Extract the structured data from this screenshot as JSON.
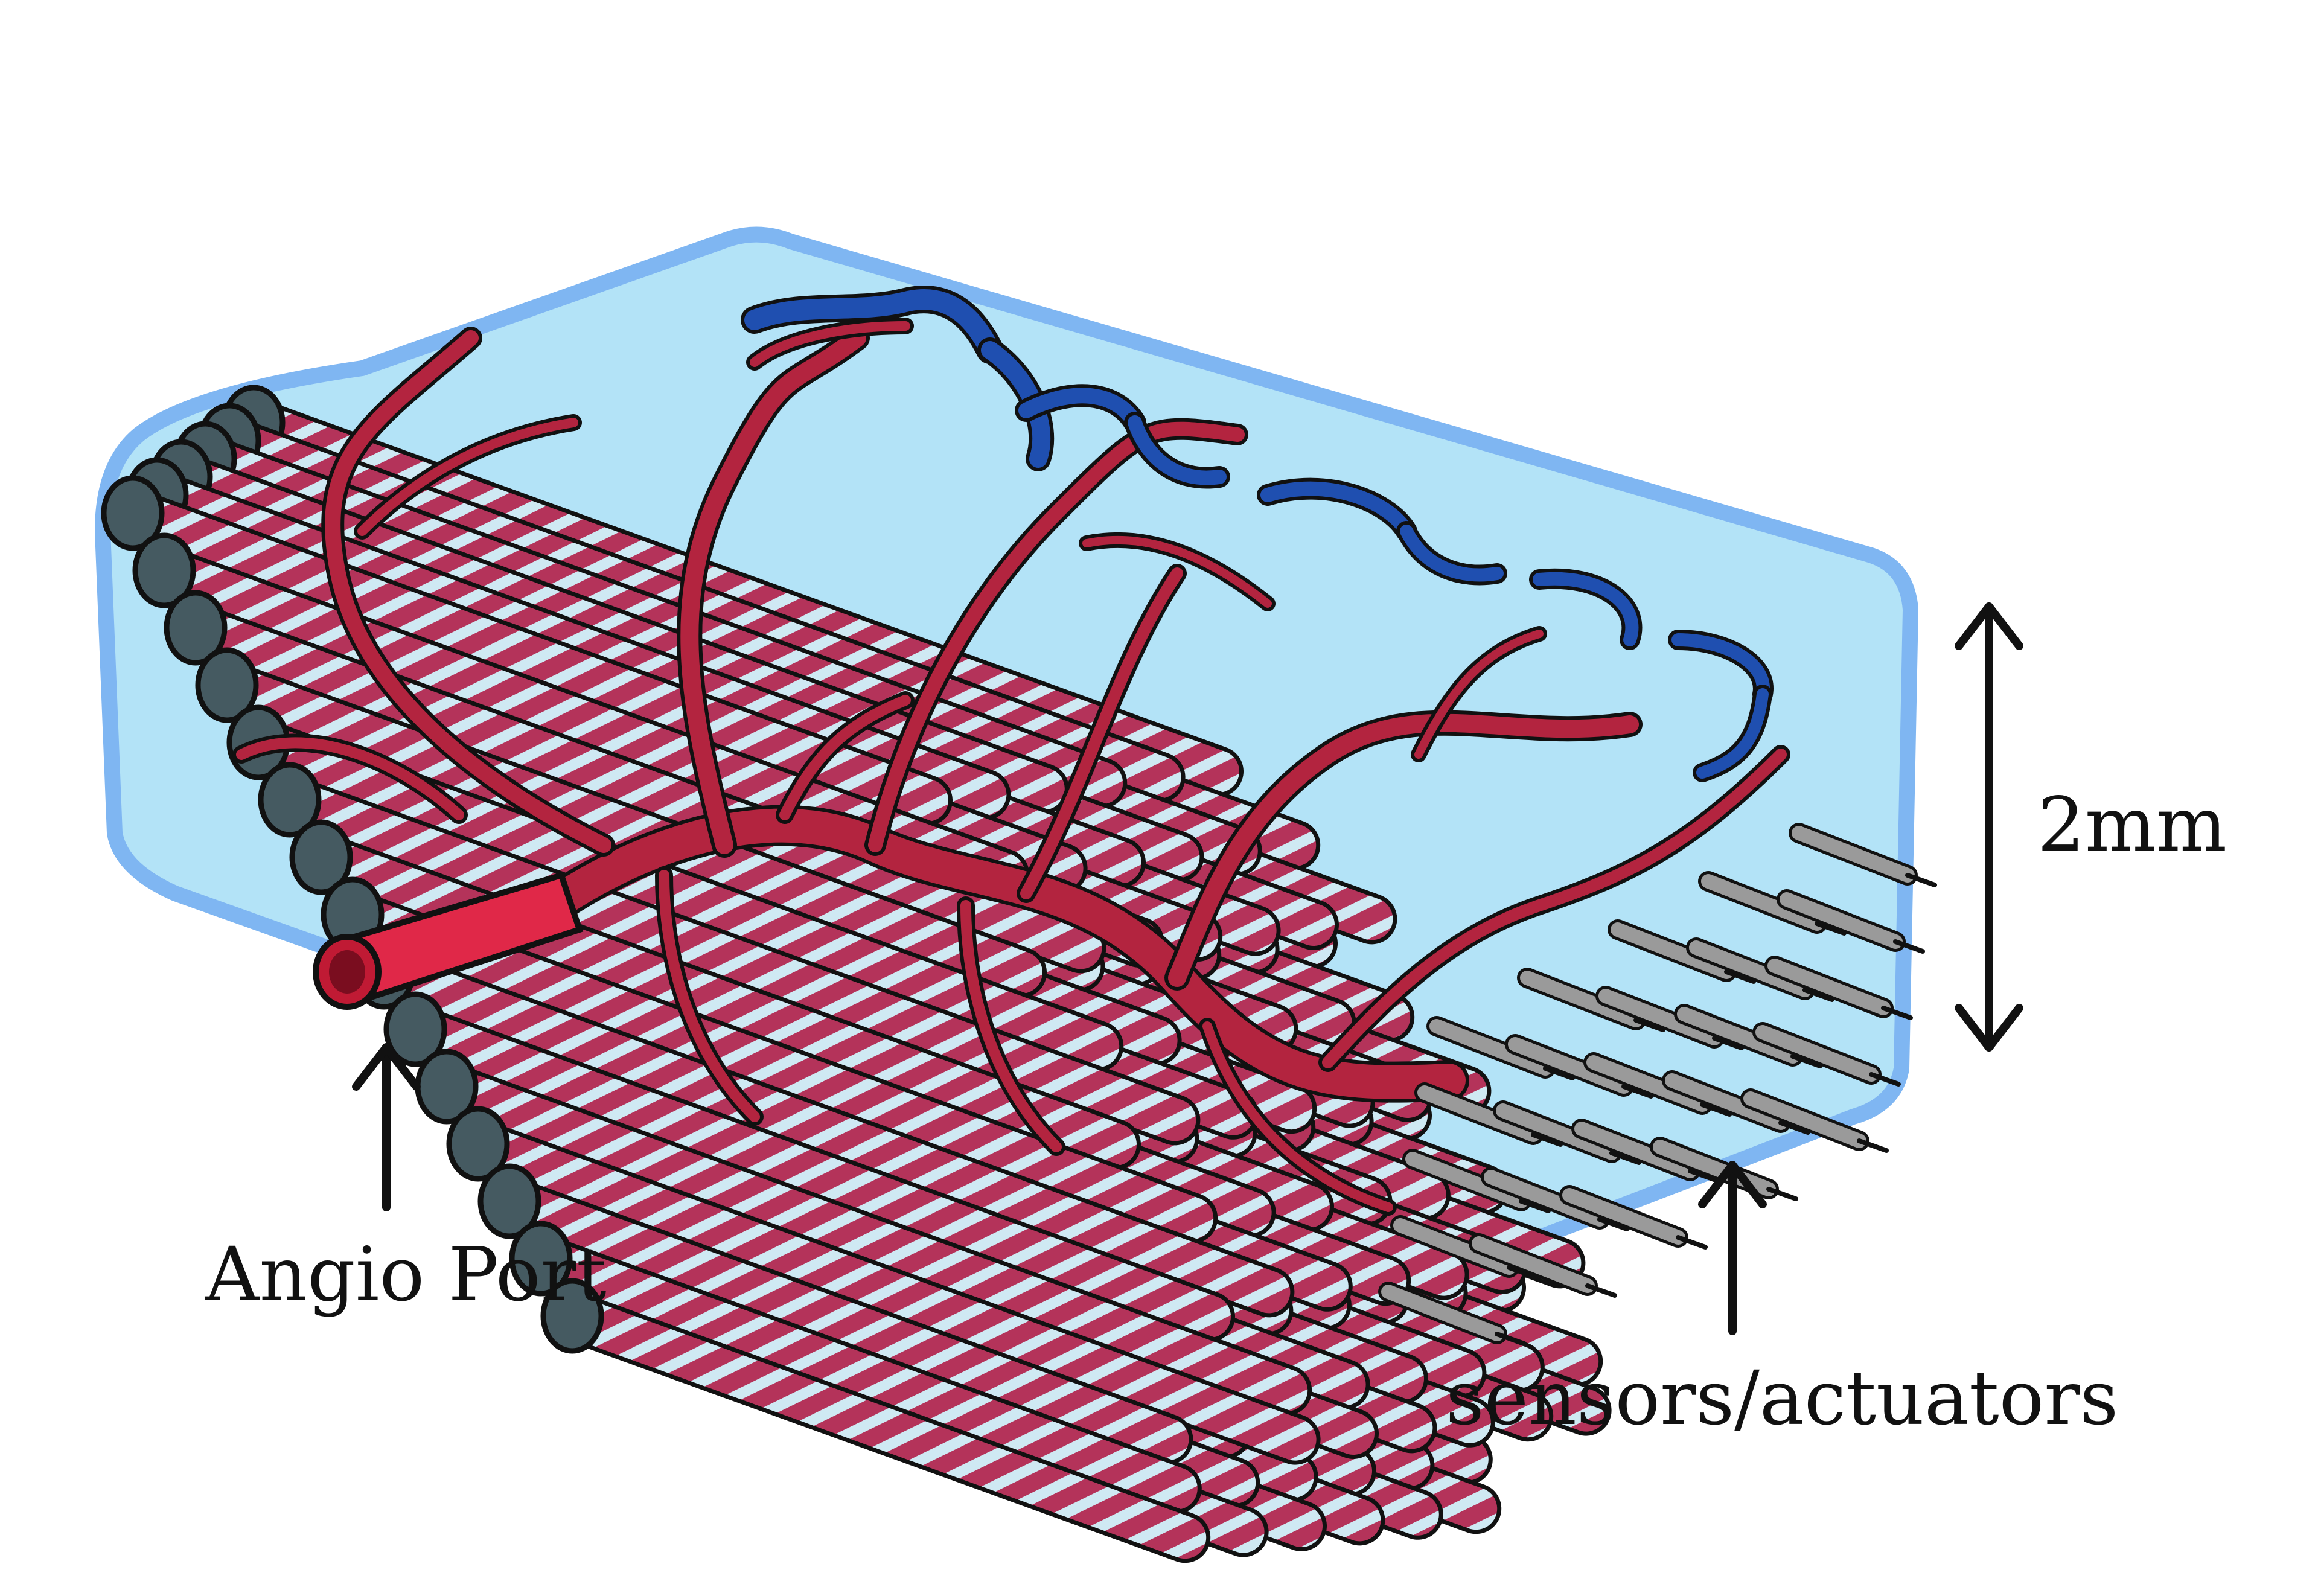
{
  "labels": {
    "angio_port": "Angio Port",
    "sensors_actuators": "sensors/actuators",
    "dimension": "2mm"
  },
  "colors": {
    "hydrogel_fill": "#b3e3f7",
    "hydrogel_edge": "#7fb6f2",
    "fiber_end": "#455a61",
    "fiber_stripe_red": "#b4335a",
    "fiber_stripe_light": "#cfe9f3",
    "artery": "#b3243f",
    "artery_highlight": "#e02848",
    "vein": "#1f4fb0",
    "electrode": "#9a9a9a",
    "outline": "#111111",
    "text": "#111111"
  },
  "icons": {
    "dimension_arrow": "double-headed-arrow-icon",
    "pointer_arrow": "up-arrow-icon"
  }
}
